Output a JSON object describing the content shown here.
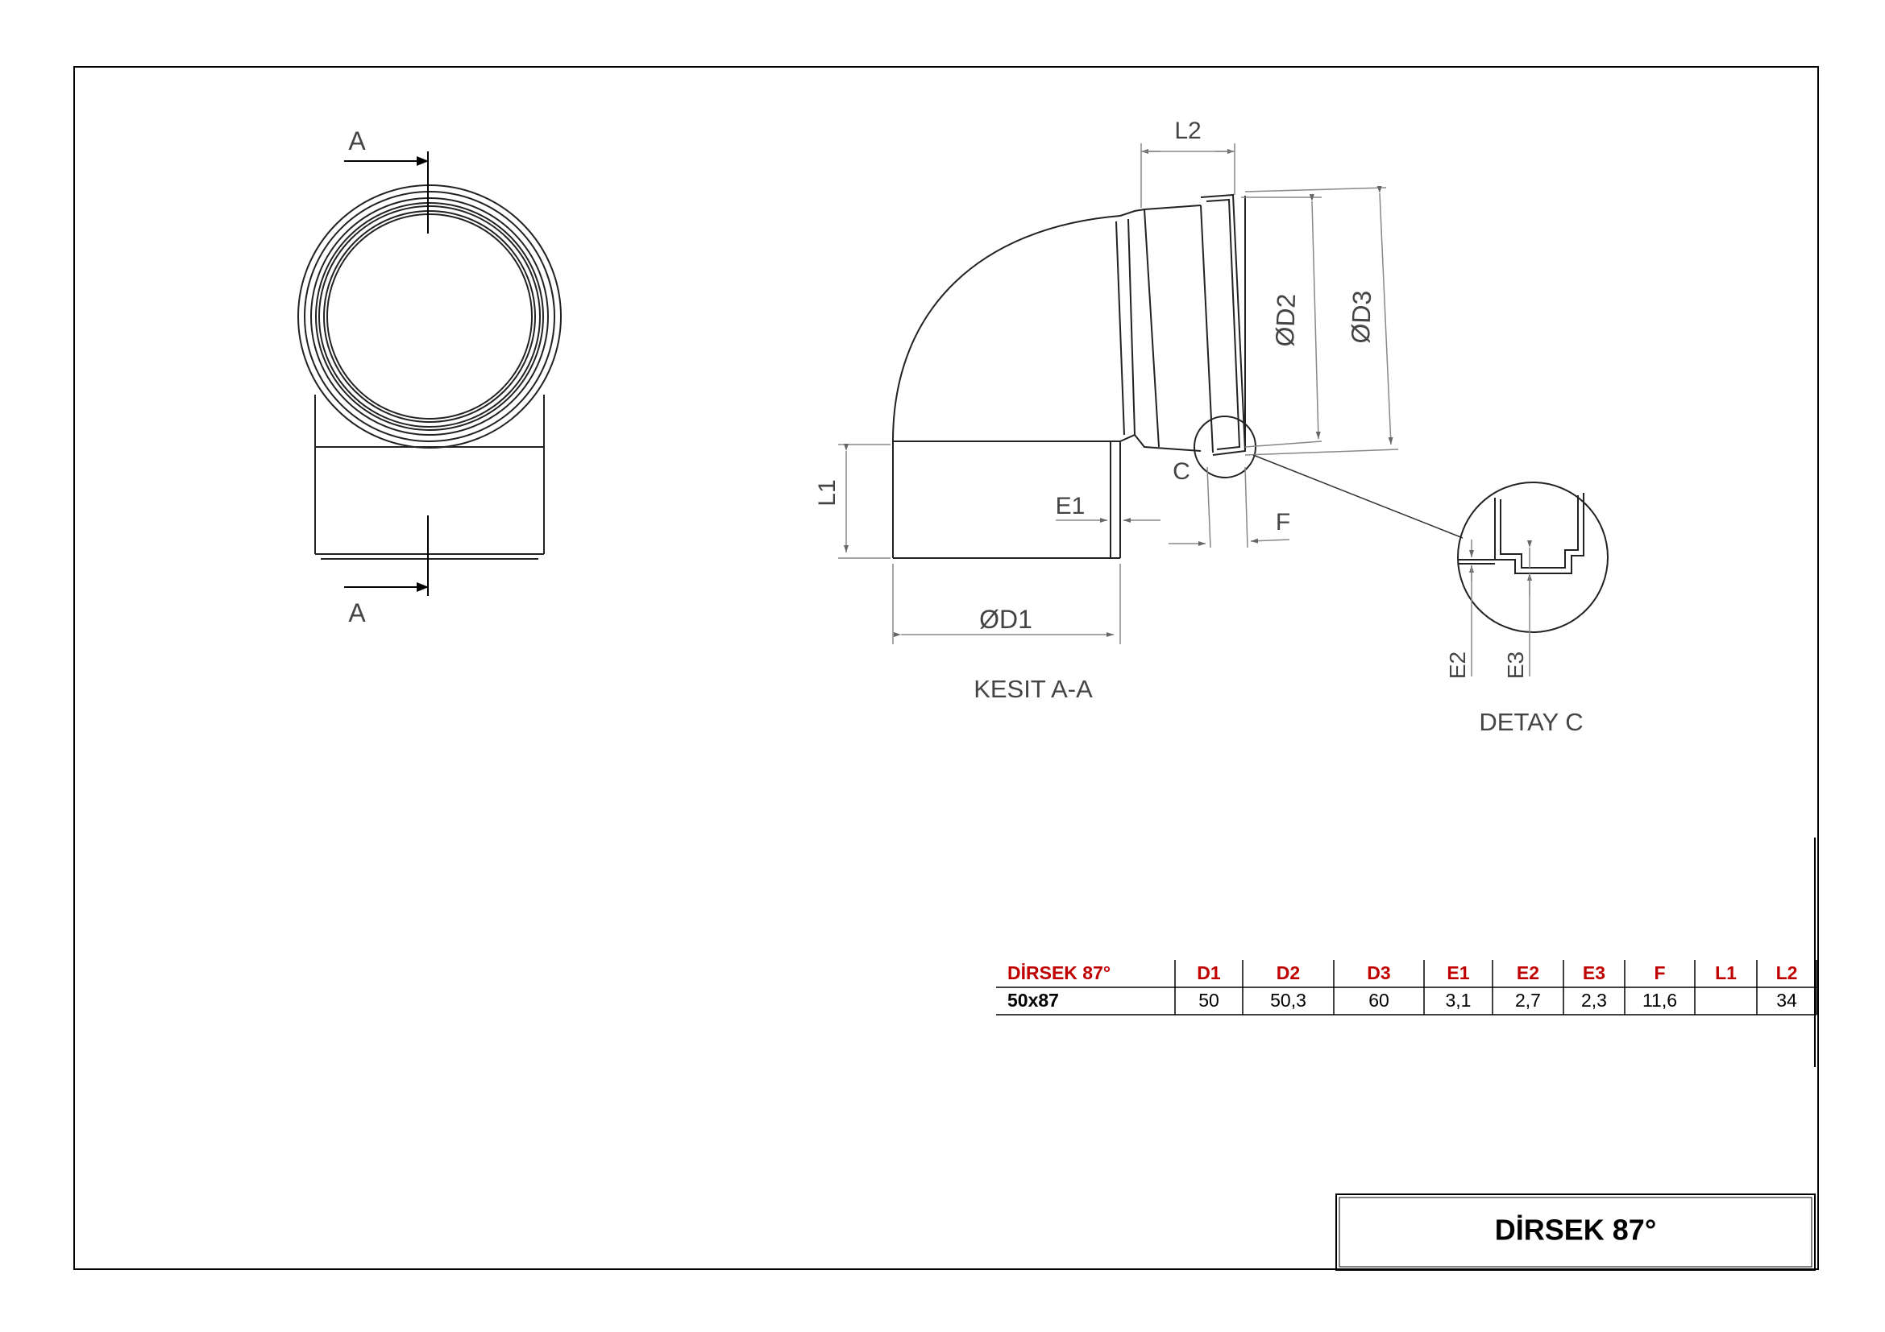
{
  "drawing": {
    "section_label_a": "A",
    "section_title": "KESIT A-A",
    "detail_title": "DETAY C",
    "detail_marker": "C",
    "dims": {
      "L2": "L2",
      "D2": "ØD2",
      "D3": "ØD3",
      "L1": "L1",
      "E1": "E1",
      "F": "F",
      "D1": "ØD1",
      "E2": "E2",
      "E3": "E3"
    }
  },
  "table": {
    "headers": [
      "DİRSEK 87°",
      "D1",
      "D2",
      "D3",
      "E1",
      "E2",
      "E3",
      "F",
      "L1",
      "L2"
    ],
    "rows": [
      [
        "50x87",
        "50",
        "50,3",
        "60",
        "3,1",
        "2,7",
        "2,3",
        "11,6",
        "",
        "34"
      ]
    ],
    "header_color": "#c00000"
  },
  "title_block": {
    "title": "DİRSEK 87°"
  }
}
